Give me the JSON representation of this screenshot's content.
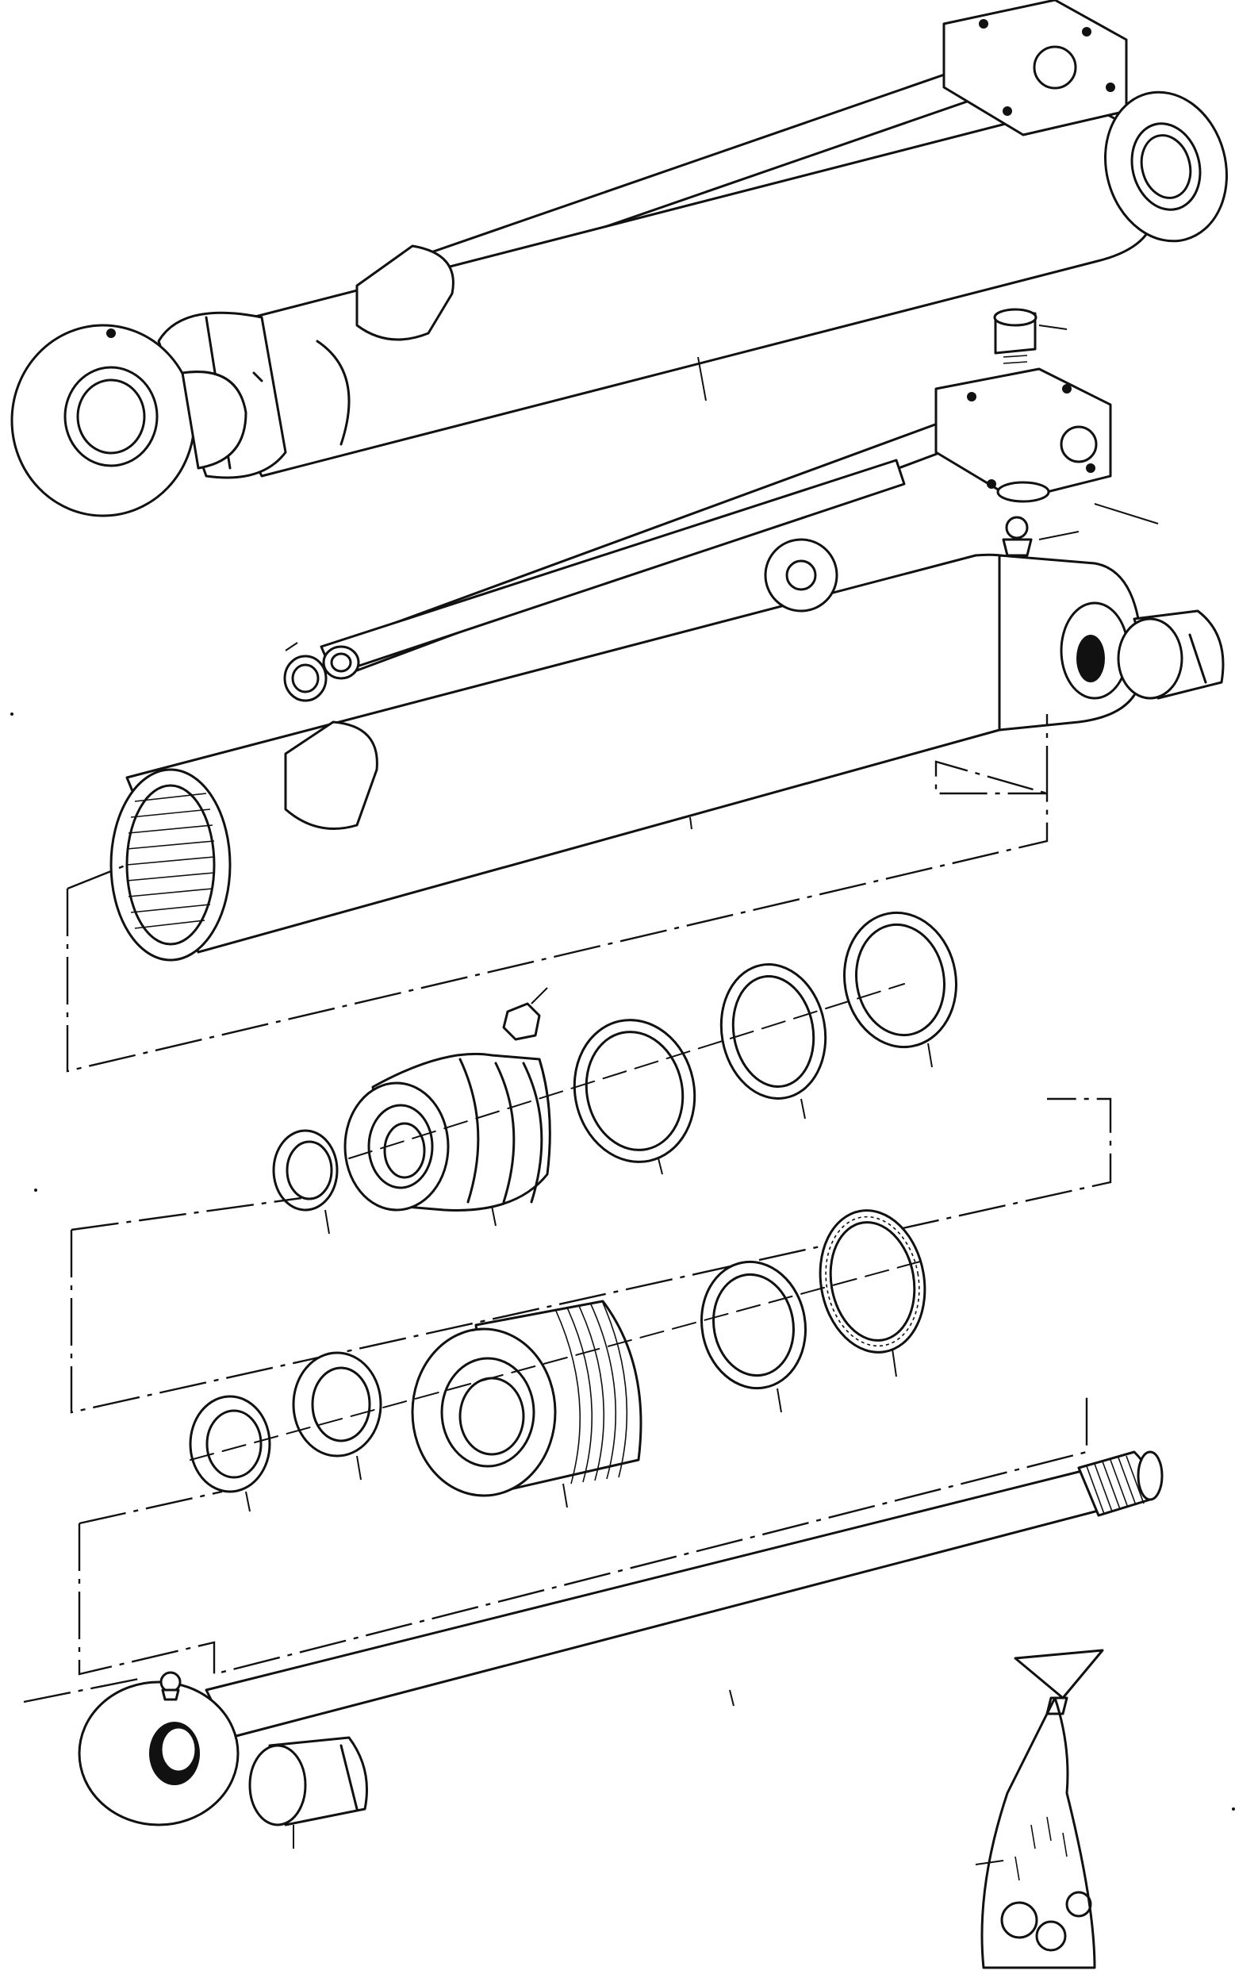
{
  "diagram": {
    "type": "exploded-parts-view",
    "subject": "hydraulic-cylinder",
    "text_labels": [],
    "ink_color": "#111111",
    "paper_color": "#ffffff",
    "part_groups": [
      "assembled-cylinder",
      "cylinder-tube",
      "rod-guide",
      "piston",
      "piston-rod",
      "seal-kit-bag"
    ]
  }
}
